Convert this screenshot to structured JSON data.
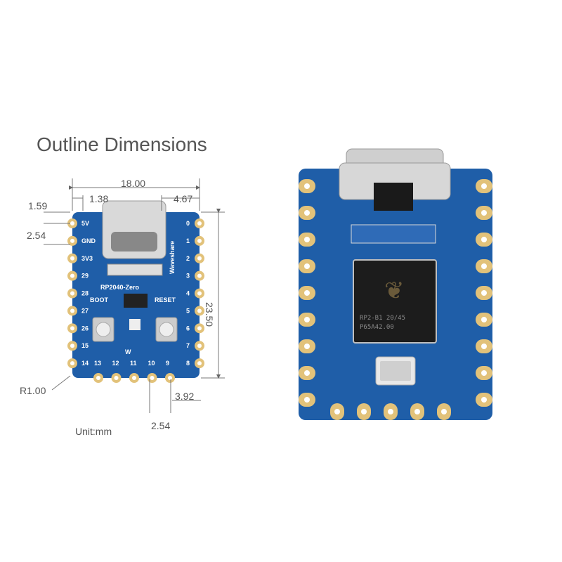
{
  "title": "Outline Dimensions",
  "unit": "Unit:mm",
  "dimensions": {
    "width": "18.00",
    "left_offset": "1.38",
    "right_offset": "4.67",
    "top_margin": "1.59",
    "pin_pitch_left": "2.54",
    "height": "23.50",
    "corner_radius": "R1.00",
    "bottom_offset": "3.92",
    "pin_pitch_bottom": "2.54"
  },
  "board": {
    "name": "RP2040-Zero",
    "brand": "Waveshare",
    "boot_label": "BOOT",
    "reset_label": "RESET",
    "left_pins": [
      "5V",
      "GND",
      "3V3",
      "29",
      "28",
      "27",
      "26",
      "15",
      "14"
    ],
    "right_pins": [
      "0",
      "1",
      "2",
      "3",
      "4",
      "5",
      "6",
      "7",
      "8"
    ],
    "bottom_pins": [
      "13",
      "12",
      "11",
      "10",
      "9"
    ]
  },
  "chip": {
    "line1": "RP2-B1   20/45",
    "line2": "P65A42.00"
  },
  "colors": {
    "pcb": "#1f5ea8",
    "gold": "#e2c27a",
    "chip": "#1c1c1c"
  }
}
